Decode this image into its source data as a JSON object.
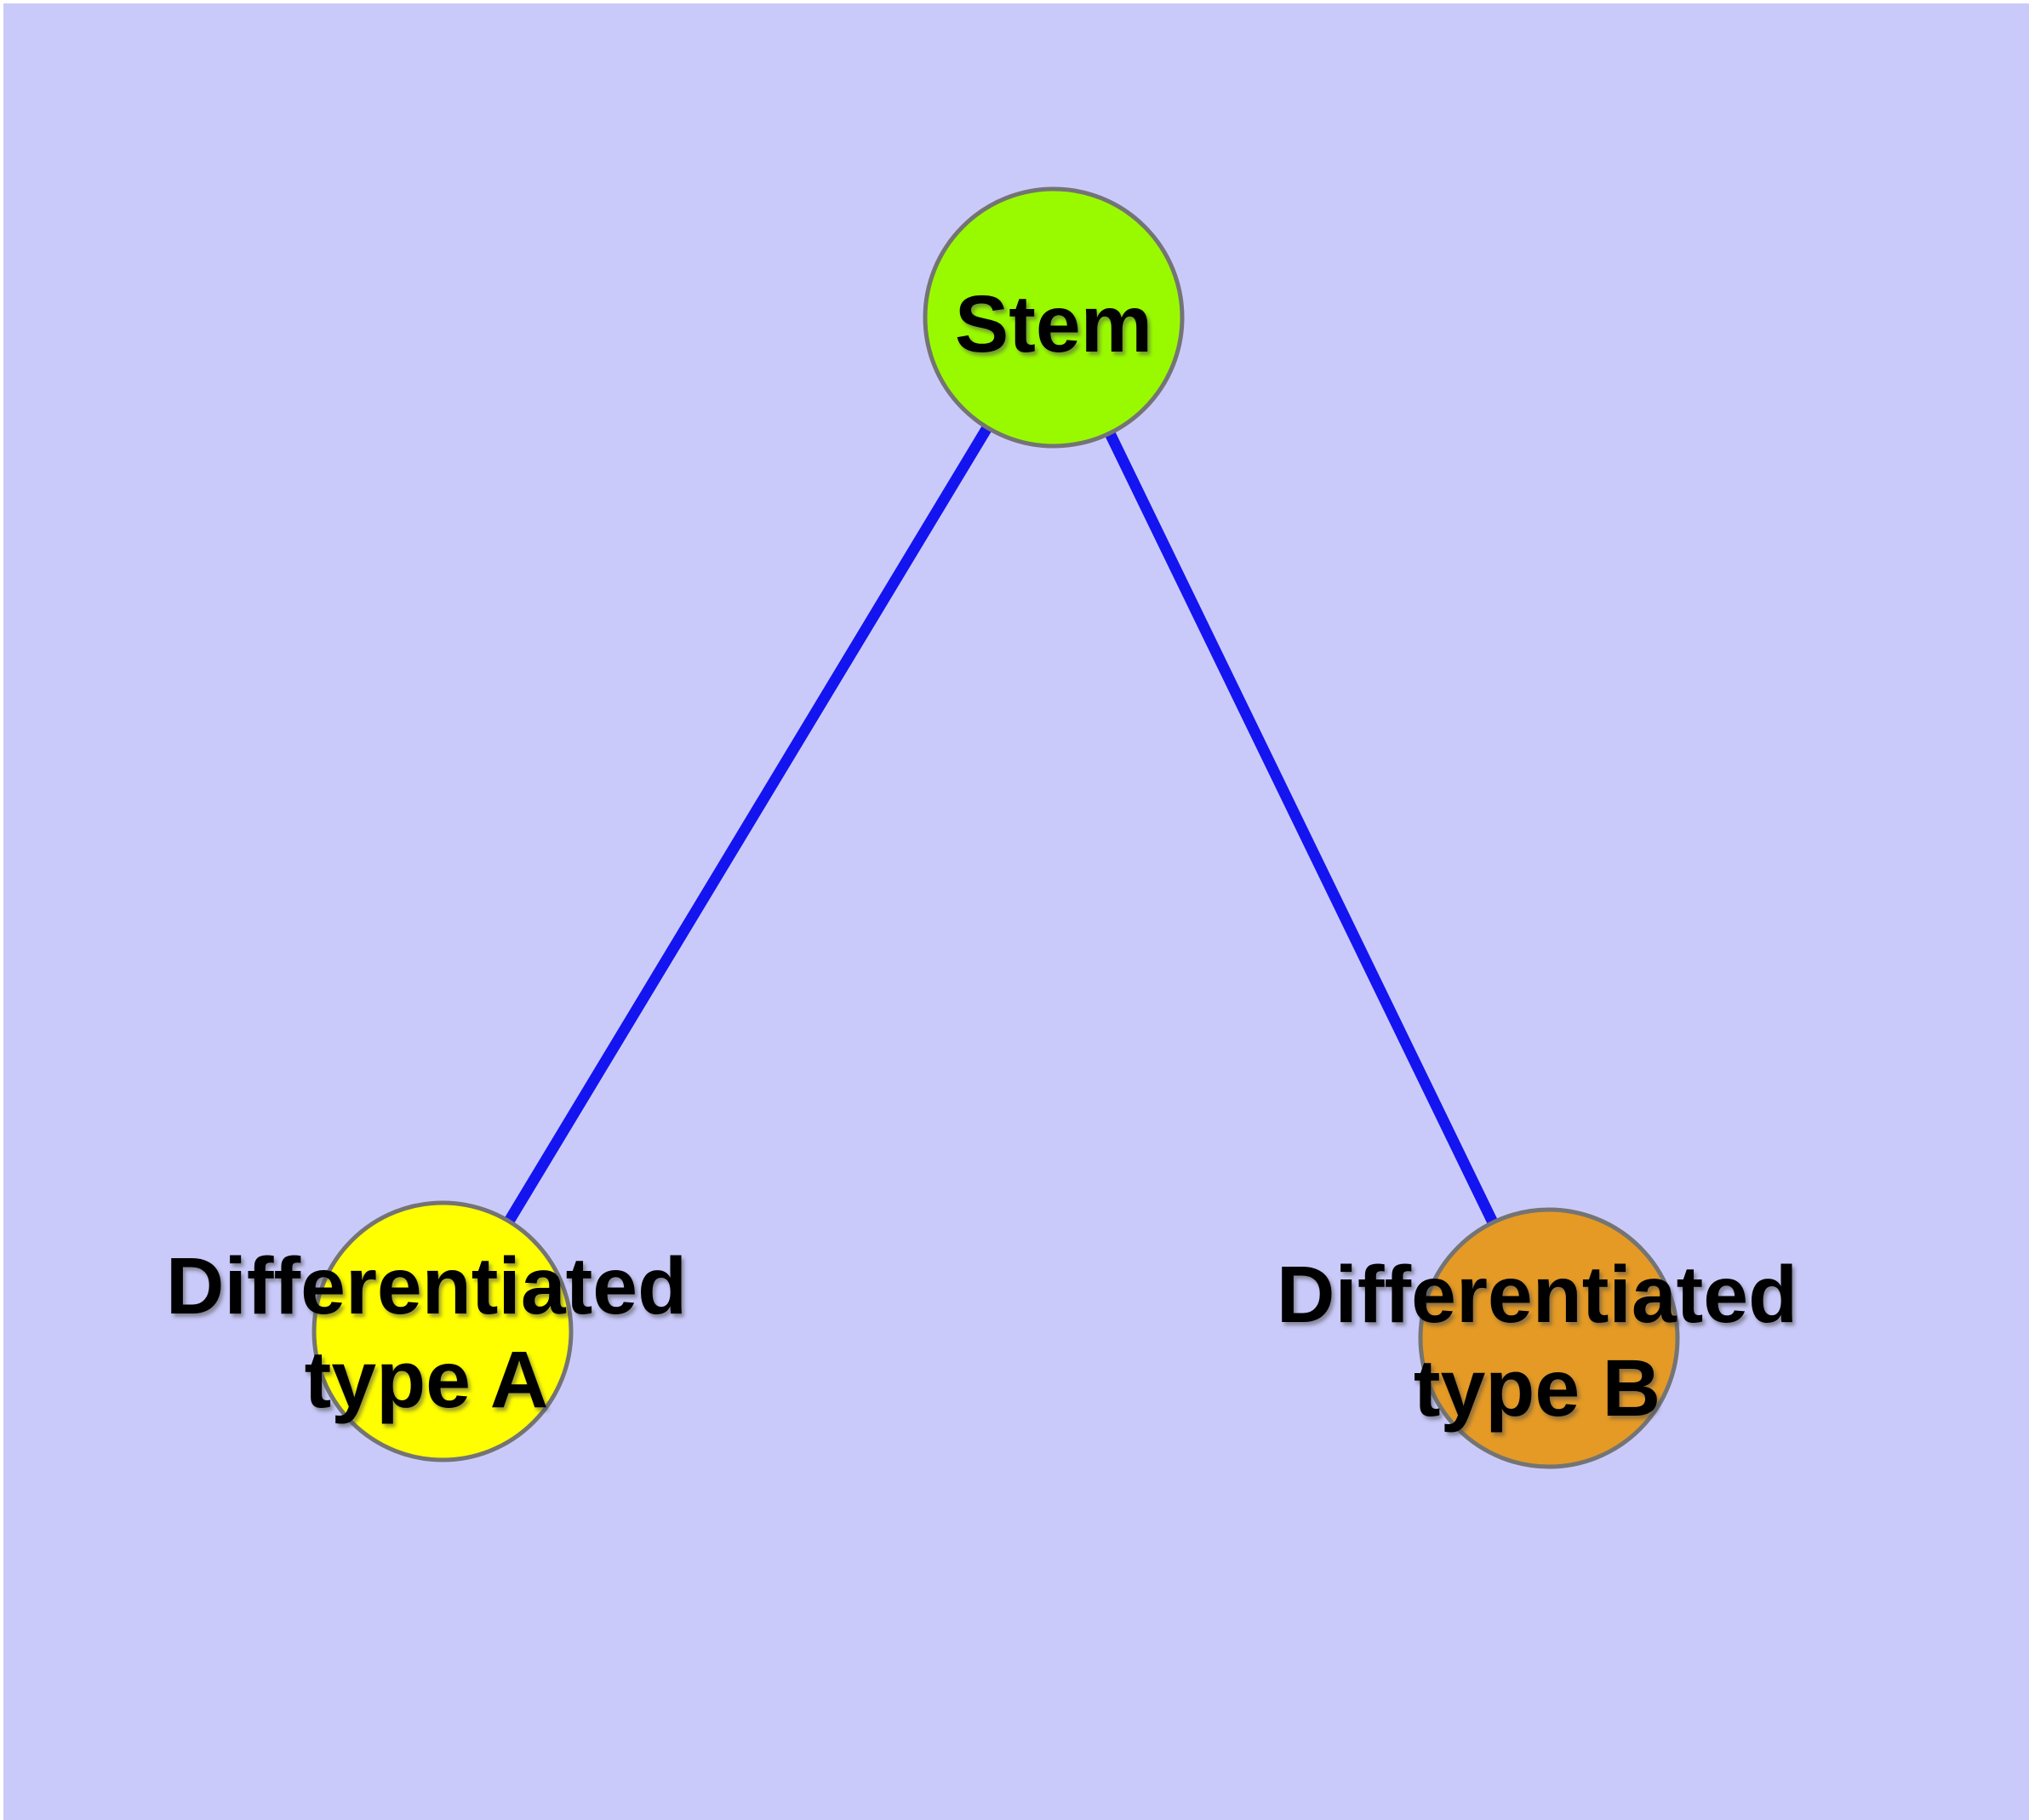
{
  "diagram": {
    "background_color": "#CACAFA",
    "frame_color": "#FFFFFF",
    "edge_color": "#1414F0",
    "node_border_color": "#747474",
    "text_color": "#000000",
    "nodes": {
      "stem": {
        "label": "Stem",
        "fill_color": "#99FA00"
      },
      "type_a": {
        "label_lines": [
          "Differentiated",
          "type A"
        ],
        "fill_color": "#FFFF00"
      },
      "type_b": {
        "label_lines": [
          "Differentiated",
          "type B"
        ],
        "fill_color": "#E49A25"
      }
    },
    "edges": [
      {
        "from": "Stem",
        "to": "Differentiated type A"
      },
      {
        "from": "Stem",
        "to": "Differentiated type B"
      }
    ]
  }
}
